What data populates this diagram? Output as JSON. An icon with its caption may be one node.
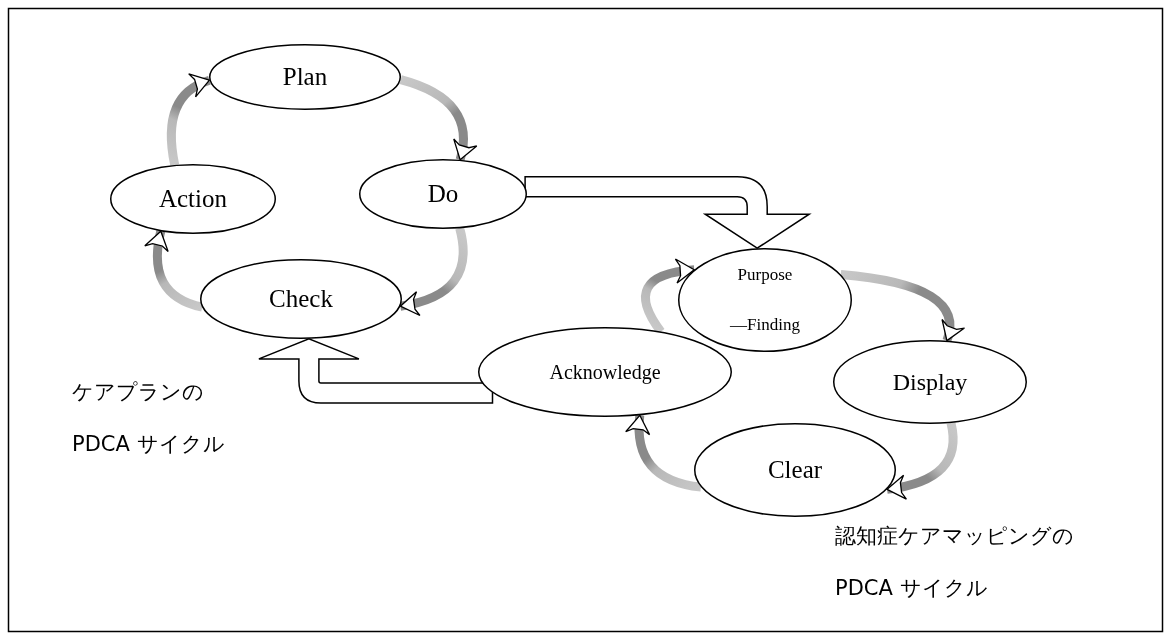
{
  "diagram": {
    "nodes": [
      {
        "text": [
          "Plan"
        ]
      },
      {
        "text": [
          "Do"
        ]
      },
      {
        "text": [
          "Check"
        ]
      },
      {
        "text": [
          "Action"
        ]
      },
      {
        "text": [
          "Purpose —Finding"
        ]
      },
      {
        "text": [
          "Display"
        ]
      },
      {
        "text": [
          "Clear"
        ]
      },
      {
        "text": [
          "Acknowledge"
        ]
      }
    ],
    "edges": [
      {
        "from": 0,
        "to": 1,
        "arrow": "to"
      },
      {
        "from": 1,
        "to": 2,
        "arrow": "to"
      },
      {
        "from": 2,
        "to": 3,
        "arrow": "to"
      },
      {
        "from": 3,
        "to": 0,
        "arrow": "to"
      },
      {
        "from": 4,
        "to": 5,
        "arrow": "to"
      },
      {
        "from": 5,
        "to": 6,
        "arrow": "to"
      },
      {
        "from": 6,
        "to": 7,
        "arrow": "to"
      },
      {
        "from": 7,
        "to": 4,
        "arrow": "to"
      },
      {
        "from": 1,
        "to": 4,
        "arrow": "to",
        "style": "thick"
      },
      {
        "from": 7,
        "to": 2,
        "arrow": "to",
        "style": "thick"
      }
    ],
    "labels": [
      "ケアプランの",
      "PDCA サイクル",
      "認知症ケアマッピングの",
      "PDCA サイクル"
    ]
  }
}
